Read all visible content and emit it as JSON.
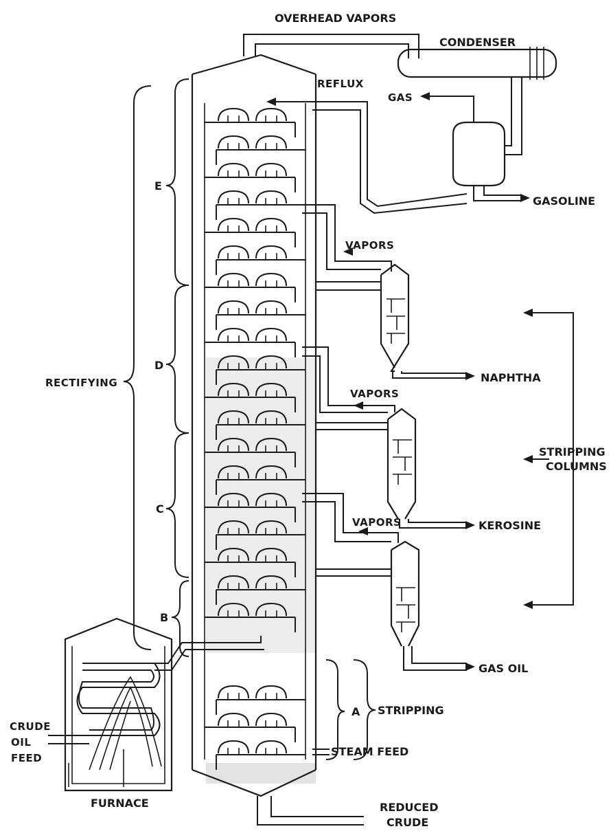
{
  "labels": {
    "overhead_vapors": "OVERHEAD VAPORS",
    "condenser": "CONDENSER",
    "reflux": "REFLUX",
    "gas": "GAS",
    "gasoline": "GASOLINE",
    "vapors_1": "VAPORS",
    "vapors_2": "VAPORS",
    "vapors_3": "VAPORS",
    "naphtha": "NAPHTHA",
    "kerosine": "KEROSINE",
    "gas_oil": "GAS OIL",
    "stripping_columns_1": "STRIPPING",
    "stripping_columns_2": "COLUMNS",
    "rectifying": "RECTIFYING",
    "stripping": "STRIPPING",
    "steam_feed": "STEAM FEED",
    "crude_1": "CRUDE",
    "crude_2": "OIL",
    "crude_3": "FEED",
    "furnace": "FURNACE",
    "reduced_1": "REDUCED",
    "reduced_2": "CRUDE"
  },
  "sections": {
    "e": "E",
    "d": "D",
    "c": "C",
    "b": "B",
    "a": "A"
  }
}
